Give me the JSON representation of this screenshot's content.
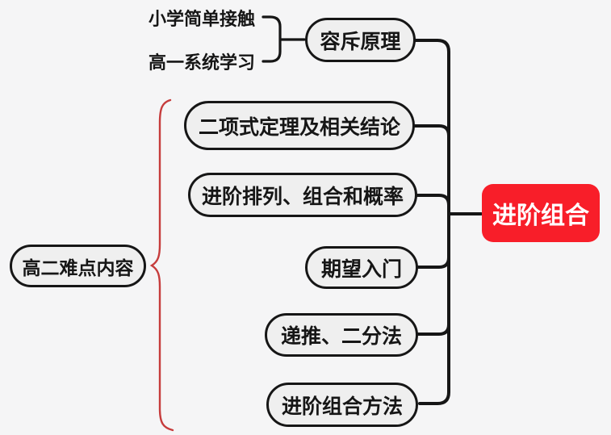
{
  "diagram": {
    "type": "mindmap",
    "background_color": "#f5f5f6",
    "root": {
      "label": "进阶组合",
      "bg_color": "#f81e29",
      "text_color": "#ffffff"
    },
    "group": {
      "label": "高二难点内容",
      "brace_color": "#c63c3c"
    },
    "notes": [
      {
        "label": "小学简单接触"
      },
      {
        "label": "高一系统学习"
      }
    ],
    "branches": [
      {
        "label": "容斥原理"
      },
      {
        "label": "二项式定理及相关结论"
      },
      {
        "label": "进阶排列、组合和概率"
      },
      {
        "label": "期望入门"
      },
      {
        "label": "递推、二分法"
      },
      {
        "label": "进阶组合方法"
      }
    ],
    "style_colors": {
      "node_fill": "#efefef",
      "node_border": "#161616",
      "connector": "#161616"
    }
  }
}
